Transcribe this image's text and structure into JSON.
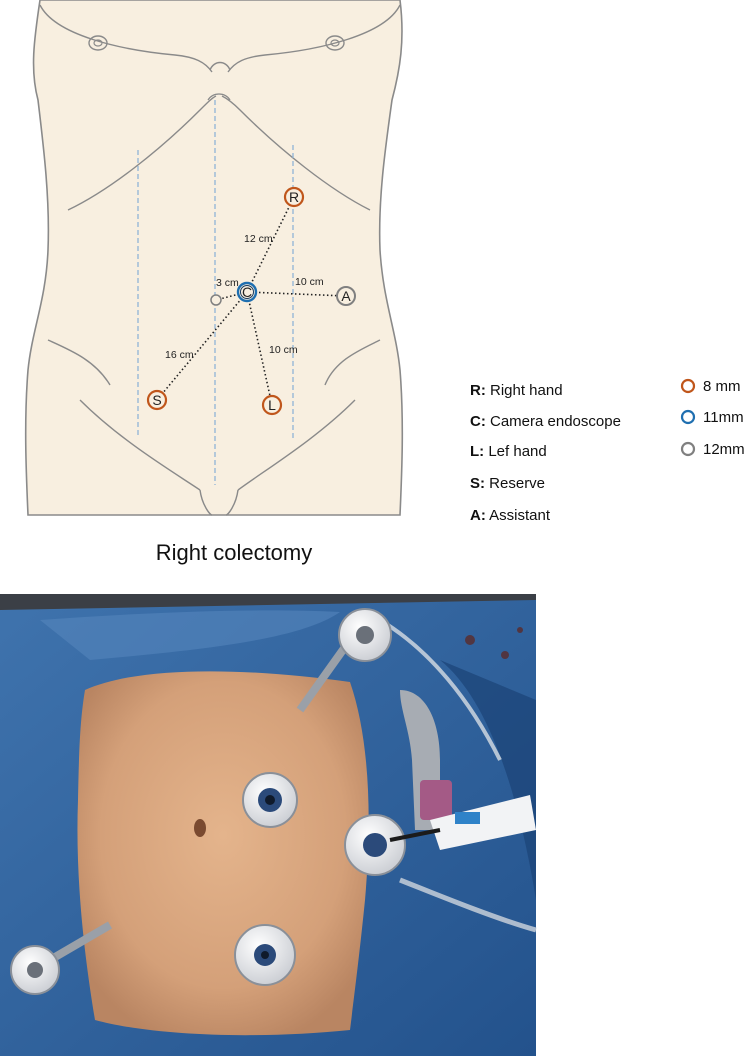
{
  "diagram": {
    "ports": [
      {
        "id": "R",
        "letter": "R",
        "size": "8mm"
      },
      {
        "id": "C",
        "letter": "C",
        "size": "11mm"
      },
      {
        "id": "A",
        "letter": "A",
        "size": "12mm"
      },
      {
        "id": "S",
        "letter": "S",
        "size": "8mm"
      },
      {
        "id": "L",
        "letter": "L",
        "size": "8mm"
      }
    ],
    "distances": {
      "c_r": "12 cm",
      "c_aux": "3 cm",
      "c_a": "10 cm",
      "c_s": "16 cm",
      "c_l": "10 cm"
    },
    "legend": {
      "roles": [
        {
          "key": "R:",
          "label": "Right hand"
        },
        {
          "key": "C:",
          "label": "Camera endoscope"
        },
        {
          "key": "L:",
          "label": "Lef hand"
        },
        {
          "key": "S:",
          "label": "Reserve"
        },
        {
          "key": "A:",
          "label": "Assistant"
        }
      ],
      "sizes": [
        {
          "label": "8 mm",
          "color": "#c0561b"
        },
        {
          "label": "11mm",
          "color": "#1f6fb0"
        },
        {
          "label": "12mm",
          "color": "#808080"
        }
      ]
    },
    "caption": "Right colectomy"
  },
  "colors": {
    "skin": "#f8efe0",
    "outline": "#8a8a8a",
    "guide": "#8fb4d6",
    "port_8mm": "#c0561b",
    "port_11mm": "#1f6fb0",
    "port_12mm": "#808080",
    "drape": "#2e5f9a",
    "abdomen_skin": "#d9a57c"
  }
}
